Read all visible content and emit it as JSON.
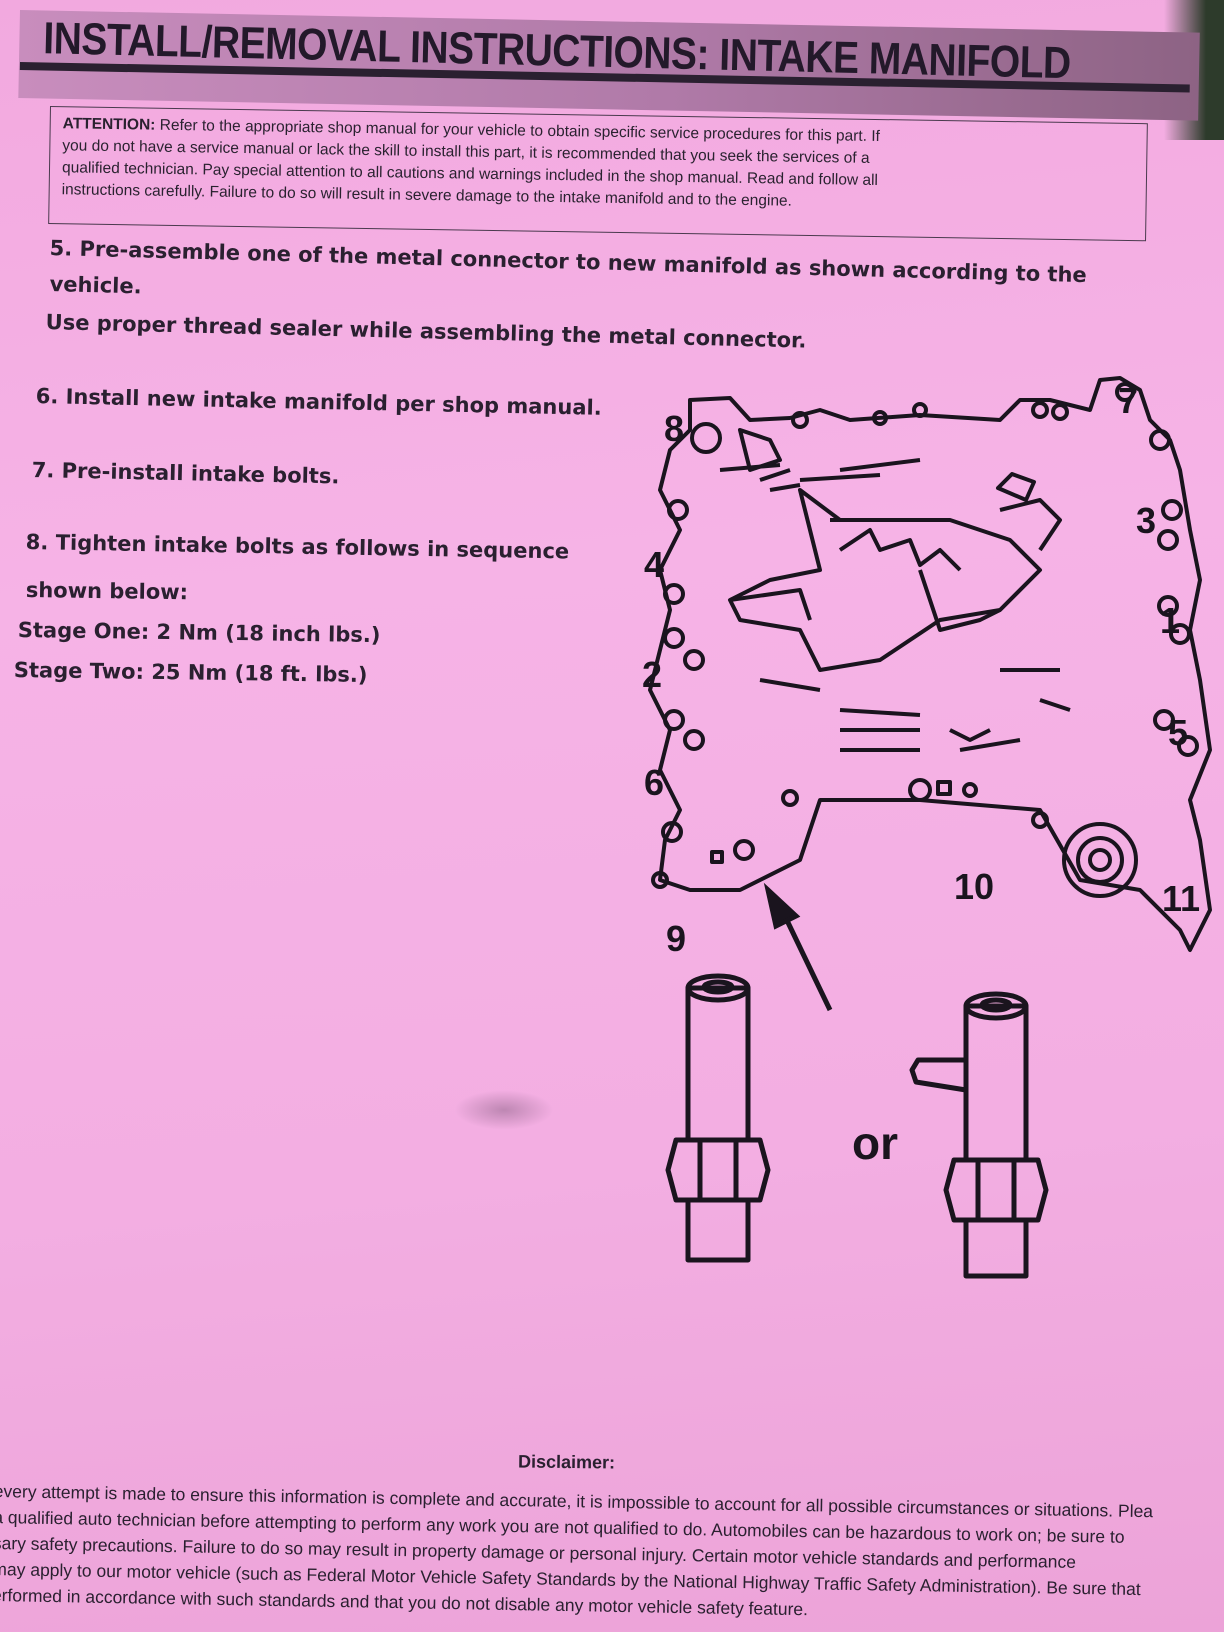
{
  "header": {
    "title": "INSTALL/REMOVAL INSTRUCTIONS: INTAKE MANIFOLD"
  },
  "attention": {
    "label": "ATTENTION:",
    "line1": "Refer to the appropriate shop manual for your vehicle to obtain specific service procedures for this part. If",
    "line2": "you do not have a service manual or lack the skill to install this part, it is recommended that you seek the services of a",
    "line3": "qualified technician. Pay special attention to all cautions and warnings included in the shop manual. Read and follow all",
    "line4": "instructions carefully. Failure to do so will result in severe damage to the intake manifold and to the engine."
  },
  "steps": {
    "step5_line1": "5. Pre-assemble one of the metal connector to new manifold as shown according to the",
    "step5_line2": "vehicle.",
    "step5_line3": "Use proper thread sealer while assembling the metal connector.",
    "step6": "6. Install new intake manifold per shop manual.",
    "step7": "7. Pre-install intake bolts.",
    "step8_line1": "8. Tighten intake bolts as follows in sequence",
    "step8_line2": "shown below:",
    "stage_one": "Stage One: 2 Nm (18 inch lbs.)",
    "stage_two": "Stage Two: 25 Nm (18 ft. lbs.)"
  },
  "diagram": {
    "bolt_numbers": [
      "8",
      "7",
      "3",
      "4",
      "1",
      "2",
      "5",
      "6",
      "10",
      "11",
      "9"
    ],
    "connector_choice": "or",
    "colors": {
      "line": "#1a141e",
      "paper": "#f4b0e4"
    }
  },
  "disclaimer": {
    "title": "Disclaimer:",
    "line1": "every attempt is made to ensure this information is complete and accurate, it is impossible to account for all possible circumstances or situations. Plea",
    "line2": "a qualified auto technician before attempting to perform any work you are not qualified to do. Automobiles can be hazardous to work on; be sure to",
    "line3": "sary safety precautions. Failure to do so may result in property damage or personal injury. Certain motor vehicle standards and performance",
    "line4": "may apply to our motor vehicle (such as Federal Motor Vehicle Safety Standards by the National Highway Traffic Safety Administration). Be sure that",
    "line5": "erformed in accordance with such standards and that you do not disable any motor vehicle safety feature."
  }
}
